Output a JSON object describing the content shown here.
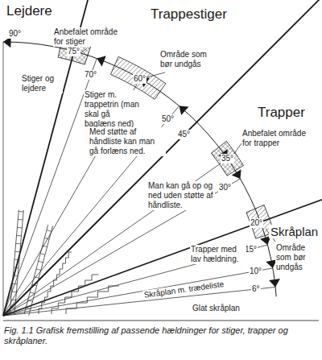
{
  "diagram": {
    "caption": "Fig. 1.1 Grafisk fremstilling af passende hældninger for stiger, trapper og skråplaner.",
    "labels": [
      "Lejdere",
      "Trappestiger",
      "Trapper",
      "Skråplan",
      "Anbefalet område for stiger",
      "90°",
      "75°",
      "70°",
      "Stiger og lejdere",
      "Stiger m. trappetrin (man skal gå baglæns ned)",
      "Område som bør undgås",
      "60°",
      "50°",
      "45°",
      "Med støtte af håndliste kan man gå forlæns ned.",
      "Anbefalet område for trapper",
      "35°",
      "30°",
      "Man kan gå op og ned uden støtte af håndliste.",
      "20°",
      "Område som bør undgås",
      "15°",
      "Trapper med lav hældning.",
      "10°",
      "Skråplan m. trædeliste",
      "6°",
      "Glat skråplan"
    ]
  }
}
